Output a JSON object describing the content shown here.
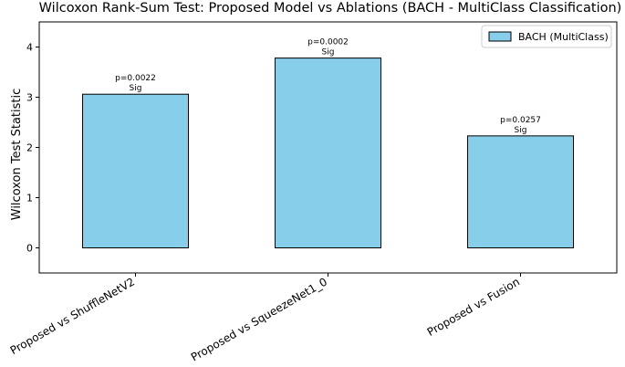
{
  "chart_data": {
    "type": "bar",
    "title": "Wilcoxon Rank-Sum Test: Proposed Model vs Ablations (BACH - MultiClass Classification)",
    "xlabel": "",
    "ylabel": "Wilcoxon Test Statistic",
    "categories": [
      "Proposed vs ShuffleNetV2",
      "Proposed vs SqueezeNet1_0",
      "Proposed vs Fusion"
    ],
    "series": [
      {
        "name": "BACH (MultiClass)",
        "values": [
          3.06,
          3.78,
          2.23
        ],
        "color": "#87CEEB"
      }
    ],
    "annotations": [
      {
        "p": "p=0.0022",
        "sig": "Sig"
      },
      {
        "p": "p=0.0002",
        "sig": "Sig"
      },
      {
        "p": "p=0.0257",
        "sig": "Sig"
      }
    ],
    "ylim": [
      -0.5,
      4.5
    ],
    "yticks": [
      0,
      1,
      2,
      3,
      4
    ],
    "grid": false,
    "legend_position": "top-right",
    "edge_color": "#000000"
  }
}
